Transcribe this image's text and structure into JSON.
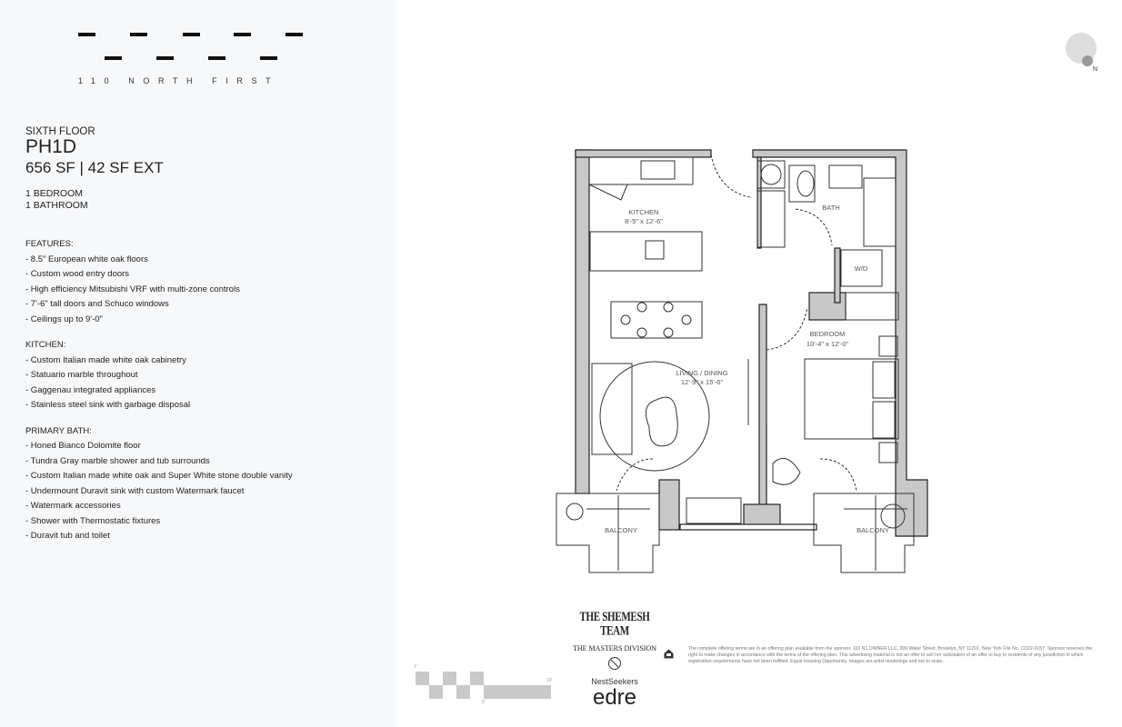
{
  "brand": {
    "name": "110 NORTH FIRST"
  },
  "unit": {
    "floor": "SIXTH FLOOR",
    "name": "PH1D",
    "area": "656 SF | 42 SF EXT",
    "bedrooms": "1 BEDROOM",
    "bathrooms": "1 BATHROOM"
  },
  "sections": [
    {
      "title": "FEATURES:",
      "items": [
        "- 8.5\" European white oak floors",
        "- Custom wood entry doors",
        "- High efficiency Mitsubishi VRF with multi-zone controls",
        "- 7'-6\" tall doors and Schuco windows",
        "- Ceilings up to 9'-0\""
      ]
    },
    {
      "title": "KITCHEN:",
      "items": [
        "- Custom Italian made white oak cabinetry",
        "- Statuario marble throughout",
        "- Gaggenau integrated appliances",
        "- Stainless steel sink with garbage disposal"
      ]
    },
    {
      "title": "PRIMARY BATH:",
      "items": [
        "- Honed Bianco Dolomite floor",
        "- Tundra Gray marble shower and tub surrounds",
        "- Custom Italian made white oak and Super White stone double vanity",
        "- Undermount Duravit sink with custom Watermark faucet",
        "- Watermark accessories",
        "- Shower with Thermostatic fixtures",
        "- Duravit tub and toilet"
      ]
    }
  ],
  "rooms": {
    "kitchen": {
      "name": "KITCHEN",
      "dims": "8'-5\" x 12'-6\""
    },
    "bath": {
      "name": "BATH"
    },
    "wd": {
      "name": "W/D"
    },
    "bedroom": {
      "name": "BEDROOM",
      "dims": "10'-4\" x 12'-0\""
    },
    "living": {
      "name": "LIVING / DINING",
      "dims": "12'-9\" x 15'-6\""
    },
    "balcony_left": {
      "name": "BALCONY"
    },
    "balcony_right": {
      "name": "BALCONY"
    }
  },
  "compass": {
    "label": "N"
  },
  "scale_bar": {
    "labels": [
      "1'",
      "5'",
      "10'"
    ]
  },
  "partners": {
    "shemesh": "THE SHEMESH TEAM",
    "masters": "THE MASTERS DIVISION",
    "nest": "NestSeekers",
    "edre": "edre"
  },
  "disclaimer": "The complete offering terms are in an offering plan available from the sponsor. 110 N1 OWNER LLC, 399 Water Street, Brooklyn, NY 11201. New York File No. CD22-0157. Sponsor reserves the right to make changes in accordance with the terms of the offering plan. This advertising material is not an offer to sell nor solicitation of an offer to buy to residents of any jurisdiction in which registration requirements have not been fulfilled. Equal Housing Opportunity. Images are artist renderings and not to scale.",
  "colors": {
    "panel_bg": "#f7f8fa",
    "wall_fill": "#c8c8c8",
    "ink": "#222222"
  }
}
